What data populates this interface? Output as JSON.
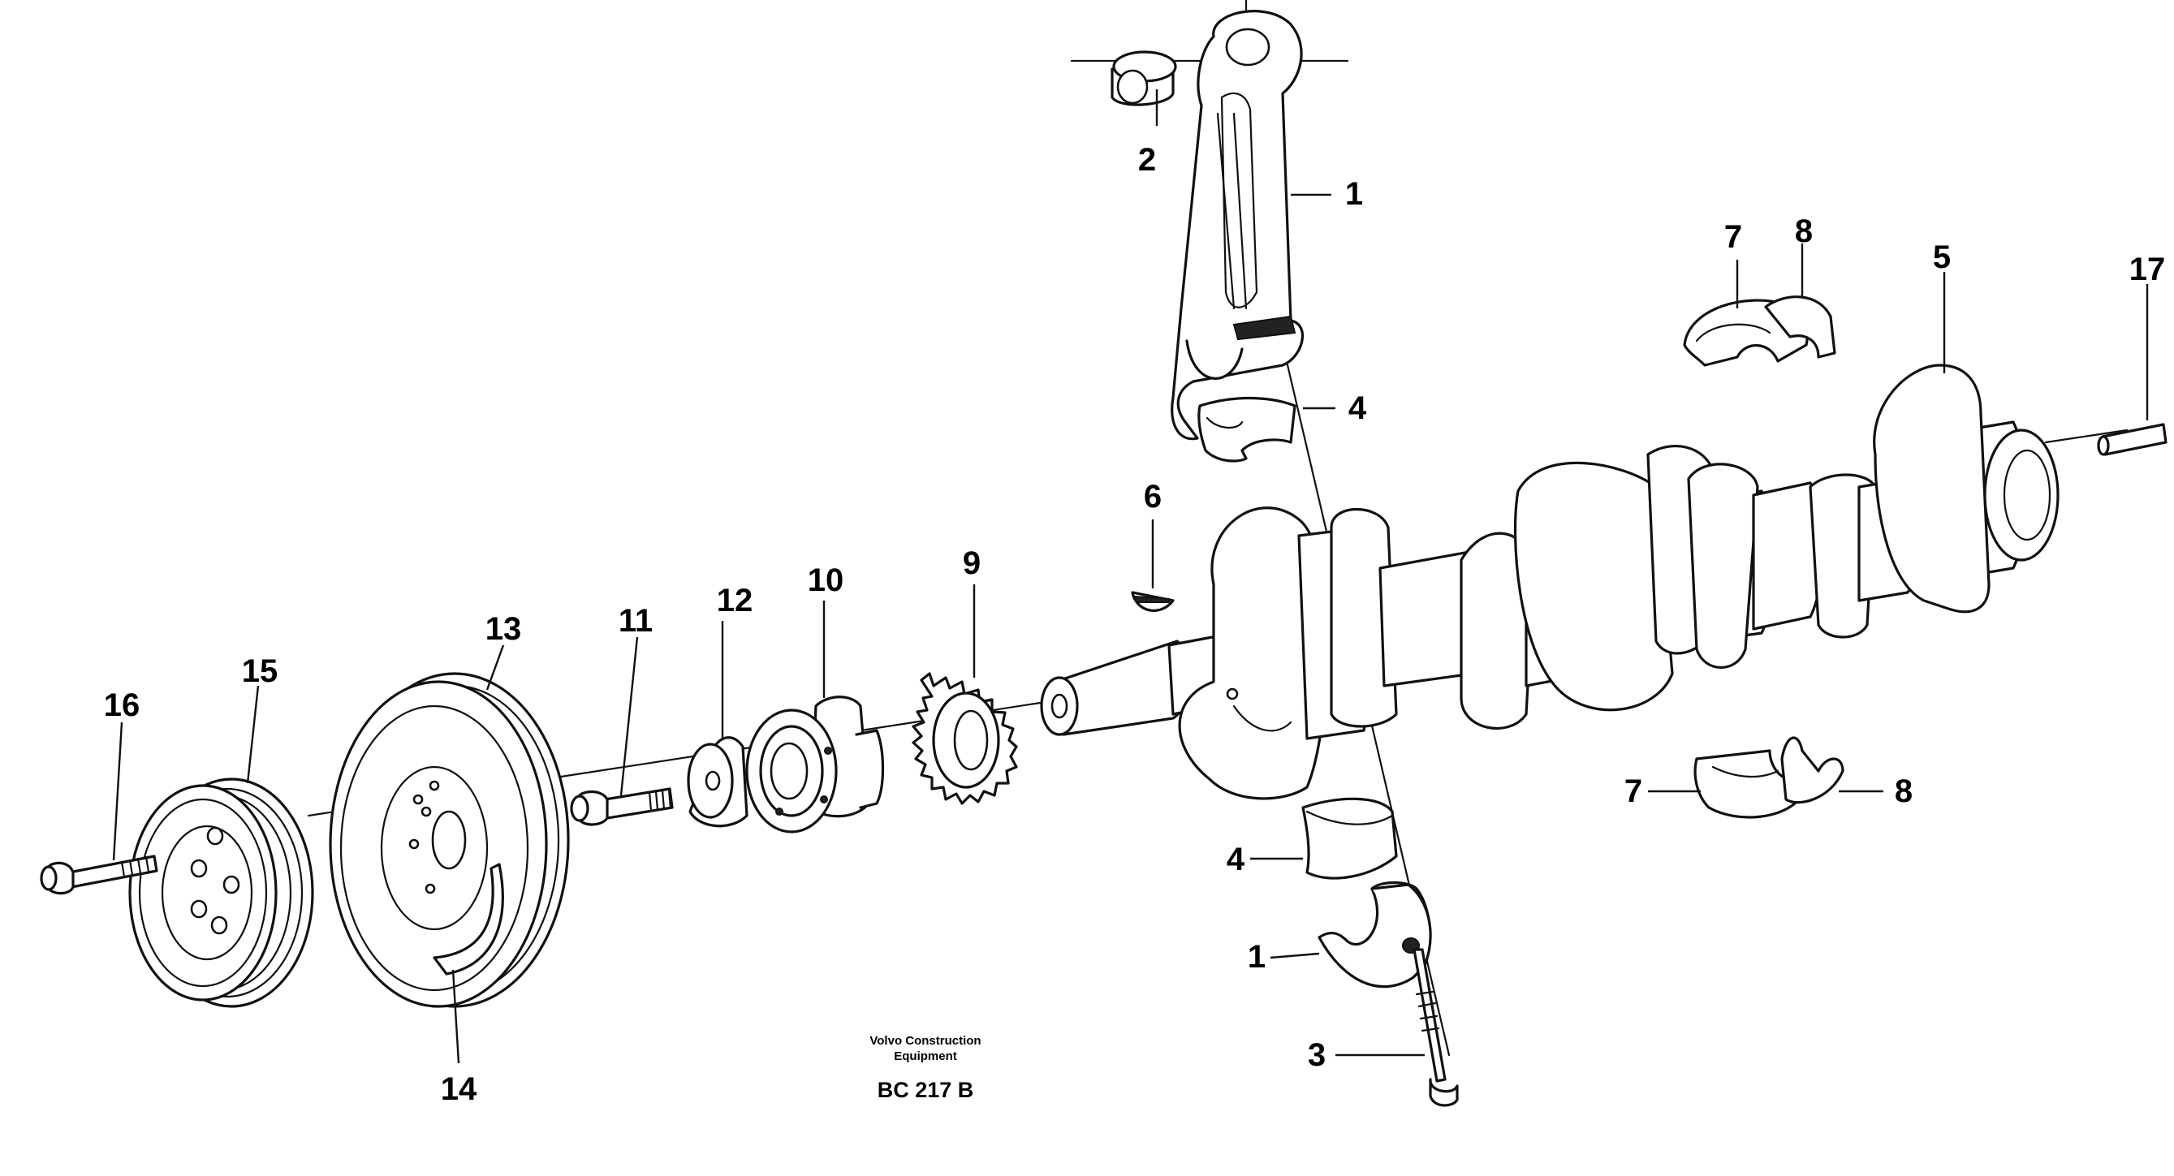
{
  "credit": {
    "line1": "Volvo Construction",
    "line2": "Equipment",
    "code": "BC 217 B"
  },
  "callouts": [
    {
      "id": "c1a",
      "text": "1"
    },
    {
      "id": "c1b",
      "text": "1"
    },
    {
      "id": "c2",
      "text": "2"
    },
    {
      "id": "c3",
      "text": "3"
    },
    {
      "id": "c4a",
      "text": "4"
    },
    {
      "id": "c4b",
      "text": "4"
    },
    {
      "id": "c5",
      "text": "5"
    },
    {
      "id": "c6",
      "text": "6"
    },
    {
      "id": "c7a",
      "text": "7"
    },
    {
      "id": "c7b",
      "text": "7"
    },
    {
      "id": "c8a",
      "text": "8"
    },
    {
      "id": "c8b",
      "text": "8"
    },
    {
      "id": "c9",
      "text": "9"
    },
    {
      "id": "c10",
      "text": "10"
    },
    {
      "id": "c11",
      "text": "11"
    },
    {
      "id": "c12",
      "text": "12"
    },
    {
      "id": "c13",
      "text": "13"
    },
    {
      "id": "c14",
      "text": "14"
    },
    {
      "id": "c15",
      "text": "15"
    },
    {
      "id": "c16",
      "text": "16"
    },
    {
      "id": "c17",
      "text": "17"
    }
  ]
}
